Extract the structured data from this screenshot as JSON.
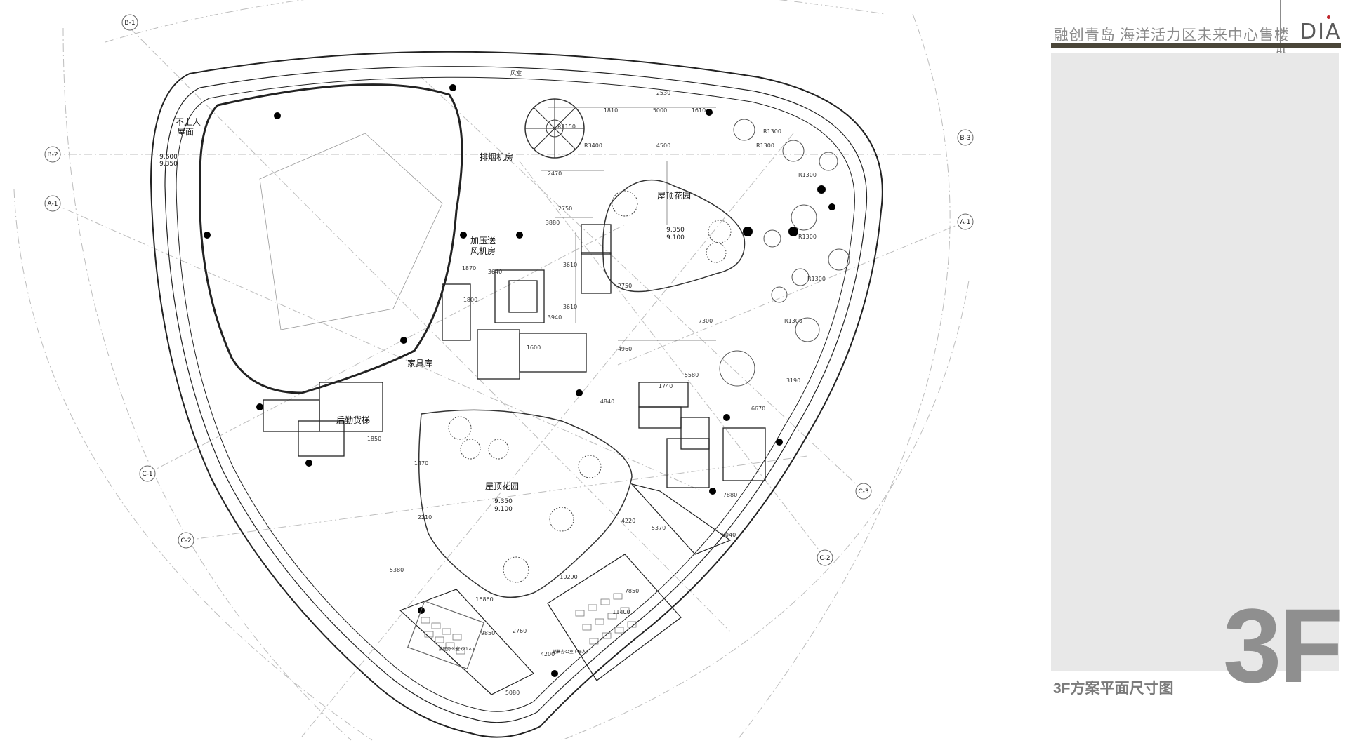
{
  "header": {
    "project_title": "融创青岛 海洋活力区未来中心售楼处",
    "logo_text": "DIA"
  },
  "footer": {
    "drawing_title": "3F方案平面尺寸图",
    "floor_label": "3F"
  },
  "grid_labels": {
    "b1": "B-1",
    "b2": "B-2",
    "b3": "B-3",
    "a1_left": "A-1",
    "a1_right": "A-1",
    "c1": "C-1",
    "c2_left": "C-2",
    "c2_right": "C-2",
    "c3": "C-3"
  },
  "rooms": {
    "no_access_roof_1": "不上人",
    "no_access_roof_2": "屋面",
    "fan_room": "风室",
    "smoke_exhaust_room": "排烟机房",
    "pressurized_fan_1": "加压送",
    "pressurized_fan_2": "风机房",
    "furniture_store": "家具库",
    "service_elevator": "后勤货梯",
    "roof_garden_top": "屋顶花园",
    "roof_garden_bottom": "屋顶花园",
    "office_left": "集团办公室 (21人)",
    "office_right": "销售办公室 (46人)"
  },
  "elevations": {
    "roof_level_1": "9.600",
    "roof_level_2": "9.350",
    "garden_top_a": "9.350",
    "garden_top_b": "9.100",
    "garden_bottom_a": "9.350",
    "garden_bottom_b": "9.100"
  },
  "dimensions": {
    "d1810": "1810",
    "d5000": "5000",
    "d1610": "1610",
    "d2470": "2470",
    "d2530": "2530",
    "d4500": "4500",
    "d3880": "3880",
    "d2750a": "2750",
    "d2750b": "2750",
    "d3610a": "3610",
    "d3610b": "3610",
    "d3640": "3640",
    "d3940": "3940",
    "d1870": "1870",
    "d1600": "1600",
    "d1800": "1800",
    "d4960": "4960",
    "d4840": "4840",
    "d5580": "5580",
    "d1740": "1740",
    "d6670": "6670",
    "d3190": "3190",
    "d7300": "7300",
    "d1470": "1470",
    "d1850": "1850",
    "d2210": "2210",
    "d5380": "5380",
    "d7880": "7880",
    "d5370": "5370",
    "d8040": "8040",
    "d4220": "4220",
    "d10290": "10290",
    "d11400": "11400",
    "d16860": "16860",
    "d9850": "9850",
    "d7850": "7850",
    "d2760": "2760",
    "d5080": "5080",
    "d4200": "4200",
    "r1150": "R1150",
    "r1300a": "R1300",
    "r1300b": "R1300",
    "r1300c": "R1300",
    "r1300d": "R1300",
    "r1300e": "R1300",
    "r1300f": "R1300",
    "r3400": "R3400"
  }
}
